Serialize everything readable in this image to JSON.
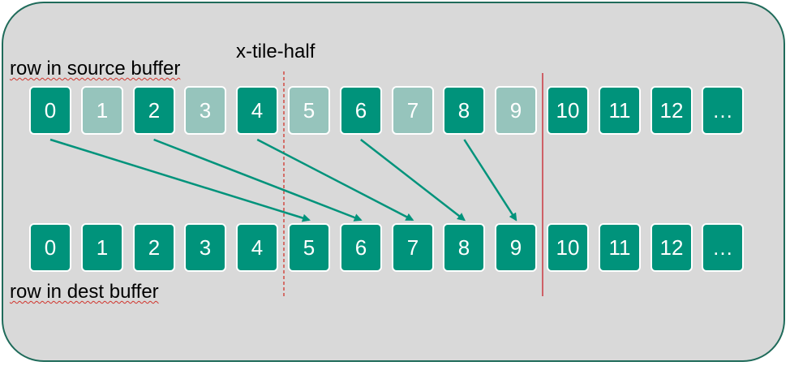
{
  "labels": {
    "source_row": "row in source buffer",
    "dest_row": "row in dest buffer",
    "tile_half": "x-tile-half"
  },
  "colors": {
    "cell_solid": "#00937b",
    "cell_faded": "#96c4bc",
    "arrow": "#00937b",
    "tile_half_line": "#d0342c",
    "tile_line": "#c8202a",
    "panel_fill": "#d9d9d9",
    "panel_border": "#1f6b5a"
  },
  "source_cells": [
    {
      "label": "0",
      "state": "solid"
    },
    {
      "label": "1",
      "state": "faded"
    },
    {
      "label": "2",
      "state": "solid"
    },
    {
      "label": "3",
      "state": "faded"
    },
    {
      "label": "4",
      "state": "solid"
    },
    {
      "label": "5",
      "state": "faded"
    },
    {
      "label": "6",
      "state": "solid"
    },
    {
      "label": "7",
      "state": "faded"
    },
    {
      "label": "8",
      "state": "solid"
    },
    {
      "label": "9",
      "state": "faded"
    },
    {
      "label": "10",
      "state": "solid"
    },
    {
      "label": "11",
      "state": "solid"
    },
    {
      "label": "12",
      "state": "solid"
    },
    {
      "label": "…",
      "state": "solid"
    }
  ],
  "dest_cells": [
    {
      "label": "0",
      "state": "solid"
    },
    {
      "label": "1",
      "state": "solid"
    },
    {
      "label": "2",
      "state": "solid"
    },
    {
      "label": "3",
      "state": "solid"
    },
    {
      "label": "4",
      "state": "solid"
    },
    {
      "label": "5",
      "state": "solid"
    },
    {
      "label": "6",
      "state": "solid"
    },
    {
      "label": "7",
      "state": "solid"
    },
    {
      "label": "8",
      "state": "solid"
    },
    {
      "label": "9",
      "state": "solid"
    },
    {
      "label": "10",
      "state": "solid"
    },
    {
      "label": "11",
      "state": "solid"
    },
    {
      "label": "12",
      "state": "solid"
    },
    {
      "label": "…",
      "state": "solid"
    }
  ],
  "mappings": [
    {
      "from": 0,
      "to": 5
    },
    {
      "from": 2,
      "to": 6
    },
    {
      "from": 4,
      "to": 7
    },
    {
      "from": 6,
      "to": 8
    },
    {
      "from": 8,
      "to": 9
    }
  ]
}
